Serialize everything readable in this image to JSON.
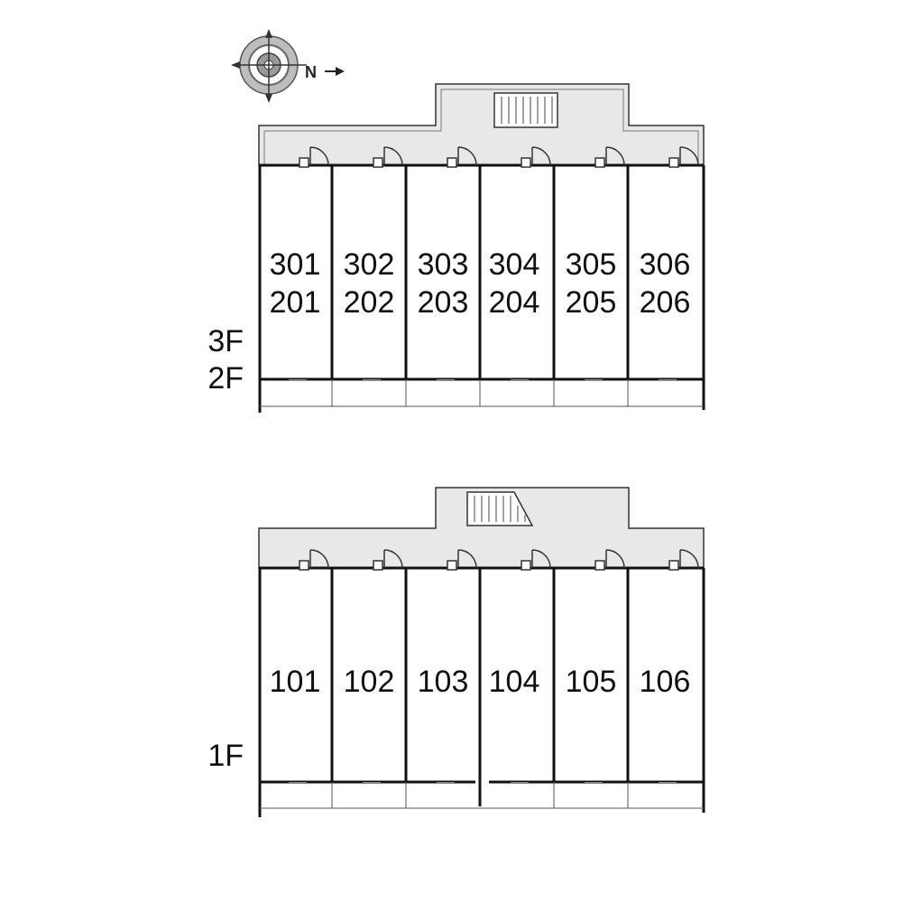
{
  "compass": {
    "north_letter": "N"
  },
  "upper_block": {
    "floor_labels": [
      "3F",
      "2F"
    ],
    "units_top_row": [
      "301",
      "302",
      "303",
      "304",
      "305",
      "306"
    ],
    "units_bottom_row": [
      "201",
      "202",
      "203",
      "204",
      "205",
      "206"
    ]
  },
  "lower_block": {
    "floor_labels": [
      "1F"
    ],
    "units": [
      "101",
      "102",
      "103",
      "104",
      "105",
      "106"
    ]
  },
  "colors": {
    "corridor_fill": "#e8e8e8",
    "wall": "#111111",
    "thin_line": "#555555"
  }
}
